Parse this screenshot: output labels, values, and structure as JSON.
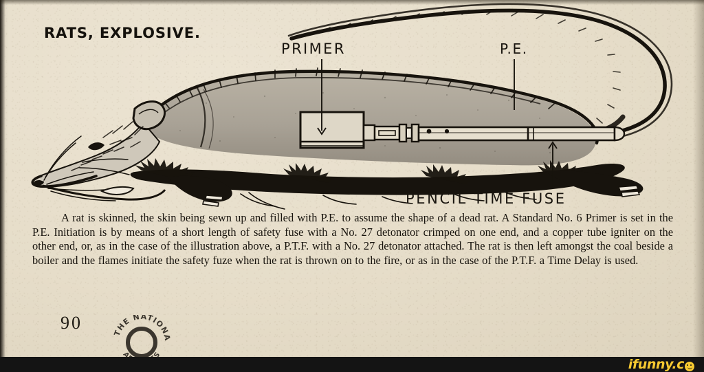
{
  "page": {
    "title": "RATS, EXPLOSIVE.",
    "page_number": "90",
    "paper_color": "#e6ddc9",
    "ink_color": "#17130d"
  },
  "diagram": {
    "callouts": [
      {
        "id": "primer",
        "label": "PRIMER"
      },
      {
        "id": "pe",
        "label": "P.E."
      },
      {
        "id": "ptf",
        "label": "PENCIL TIME FUSE"
      }
    ],
    "subject": "skinned rat packed with plastic explosive"
  },
  "body": {
    "paragraph": "A rat is skinned, the skin being sewn up and filled with P.E. to assume the shape of a dead rat. A Standard No. 6 Primer is set in the P.E. Initiation is by means of a short length of safety fuse with a No. 27 detonator crimped on one end, and a copper tube igniter on the other end, or, as in the case of the illustration above, a P.T.F. with a No. 27 detonator attached. The rat is then left amongst the coal beside a boiler and the flames initiate the safety fuze when the rat is thrown on to the fire, or as in the case of the P.T.F. a Time Delay is used."
  },
  "stamp": {
    "text_top": "THE NATIONAL",
    "text_bottom": "ARCHIVES"
  },
  "watermark": {
    "text": "ifunny.c",
    "accent_color": "#f6c931",
    "bar_color": "#141414"
  }
}
